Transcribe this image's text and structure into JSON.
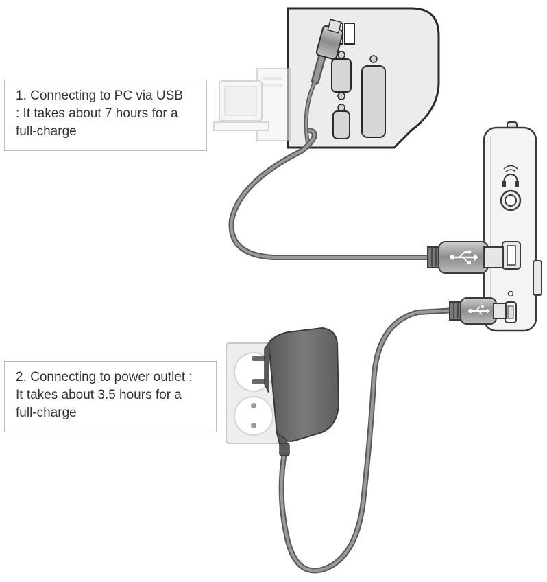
{
  "callouts": {
    "usb": {
      "line1": "1. Connecting to PC via USB",
      "line2": " : It takes about 7 hours for a",
      "line3": "full-charge"
    },
    "power": {
      "line1": "2. Connecting to power outlet :",
      "line2": " It takes about 3.5 hours for a",
      "line3": "full-charge"
    }
  },
  "colors": {
    "cable": "#8a8a8a",
    "cable_outline": "#5a5a5a",
    "adapter": "#6e6e6e",
    "panel": "#ededed",
    "outline": "#3a3a3a",
    "callout_border": "#bdbdbd",
    "text": "#333333"
  },
  "icons": [
    "usb-icon",
    "headphone-icon"
  ]
}
